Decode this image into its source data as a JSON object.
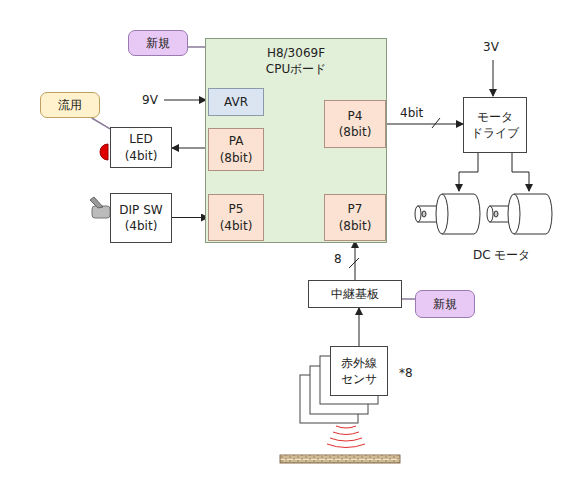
{
  "diagram": {
    "nodes": [
      {
        "text": [
          "新規"
        ]
      },
      {
        "text": [
          "H8/3069F",
          "CPUボード"
        ]
      },
      {
        "text": [
          "AVR"
        ],
        "in": 1
      },
      {
        "text": [
          "PA",
          "(8bit)"
        ],
        "in": 1
      },
      {
        "text": [
          "P5",
          "(4bit)"
        ],
        "in": 1
      },
      {
        "text": [
          "P4",
          "(8bit)"
        ],
        "in": 1
      },
      {
        "text": [
          "P7",
          "(8bit)"
        ],
        "in": 1
      },
      {
        "text": [
          "流用"
        ]
      },
      {
        "text": [
          "LED",
          "(4bit)"
        ]
      },
      {
        "text": [
          "DIP SW",
          "(4bit)"
        ]
      },
      {
        "text": [
          "モータ",
          "ドライブ"
        ]
      },
      {
        "text": [
          "中継基板"
        ]
      },
      {
        "text": [
          "新規"
        ]
      },
      {
        "text": [
          "赤外線",
          "センサ"
        ]
      }
    ],
    "edges": [
      {
        "from": 0,
        "to": 1,
        "arrow": "none"
      },
      {
        "from": 3,
        "to": 8,
        "arrow": "to"
      },
      {
        "from": 7,
        "to": 8,
        "arrow": "none"
      },
      {
        "from": 9,
        "to": 4,
        "arrow": "to"
      },
      {
        "from": 5,
        "to": 10,
        "arrow": "to",
        "label": "4bit"
      },
      {
        "from": 11,
        "to": 6,
        "arrow": "to",
        "label": "8"
      },
      {
        "from": 12,
        "to": 11,
        "arrow": "none"
      },
      {
        "from": 13,
        "to": 11,
        "arrow": "to"
      }
    ],
    "labels": [
      "9V",
      "3V",
      "DC モータ",
      "*8"
    ]
  }
}
